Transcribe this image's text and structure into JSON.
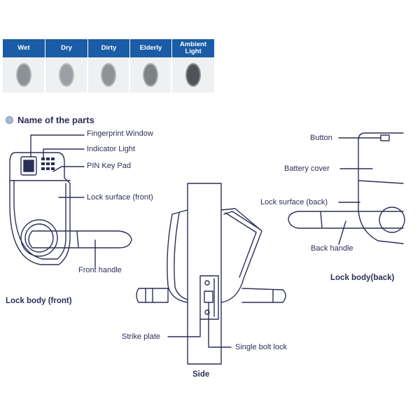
{
  "fingerprint_table": {
    "columns": [
      {
        "label": "Wet",
        "shade": "#8d9296"
      },
      {
        "label": "Dry",
        "shade": "#9ba0a4"
      },
      {
        "label": "Dirty",
        "shade": "#8e9397"
      },
      {
        "label": "Elderly",
        "shade": "#7d8286"
      },
      {
        "label": "Ambient Light",
        "shade": "#4f5357"
      }
    ]
  },
  "section_title": "Name of the parts",
  "front_labels": {
    "fingerprint_window": "Fingerprint Window",
    "indicator_light": "Indicator Light",
    "pin_key_pad": "PIN Key Pad",
    "lock_surface_front": "Lock surface (front)",
    "front_handle": "Front handle",
    "lock_body_front": "Lock body (front)"
  },
  "side_labels": {
    "strike_plate": "Strike plate",
    "single_bolt_lock": "Single bolt lock",
    "side": "Side"
  },
  "back_labels": {
    "button": "Button",
    "battery_cover": "Battery cover",
    "lock_surface_back": "Lock surface (back)",
    "back_handle": "Back handle",
    "lock_body_back": "Lock body(back)"
  },
  "colors": {
    "header_blue": "#1a5ca6",
    "line": "#2b2f57"
  }
}
